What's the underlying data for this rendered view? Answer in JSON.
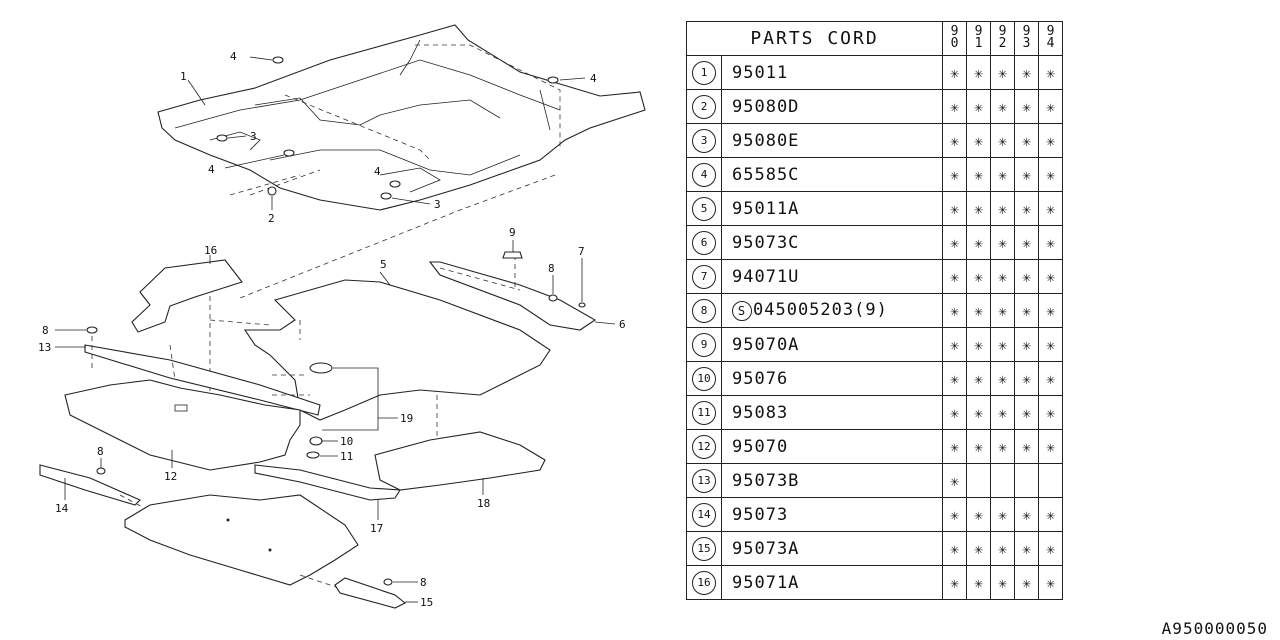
{
  "table": {
    "title": "PARTS CORD",
    "years": [
      [
        "9",
        "0"
      ],
      [
        "9",
        "1"
      ],
      [
        "9",
        "2"
      ],
      [
        "9",
        "3"
      ],
      [
        "9",
        "4"
      ]
    ],
    "rows": [
      {
        "num": "1",
        "code": "95011",
        "marks": [
          "✳",
          "✳",
          "✳",
          "✳",
          "✳"
        ]
      },
      {
        "num": "2",
        "code": "95080D",
        "marks": [
          "✳",
          "✳",
          "✳",
          "✳",
          "✳"
        ]
      },
      {
        "num": "3",
        "code": "95080E",
        "marks": [
          "✳",
          "✳",
          "✳",
          "✳",
          "✳"
        ]
      },
      {
        "num": "4",
        "code": "65585C",
        "marks": [
          "✳",
          "✳",
          "✳",
          "✳",
          "✳"
        ]
      },
      {
        "num": "5",
        "code": "95011A",
        "marks": [
          "✳",
          "✳",
          "✳",
          "✳",
          "✳"
        ]
      },
      {
        "num": "6",
        "code": "95073C",
        "marks": [
          "✳",
          "✳",
          "✳",
          "✳",
          "✳"
        ]
      },
      {
        "num": "7",
        "code": "94071U",
        "marks": [
          "✳",
          "✳",
          "✳",
          "✳",
          "✳"
        ]
      },
      {
        "num": "8",
        "symbol": "S",
        "code": "045005203(9)",
        "marks": [
          "✳",
          "✳",
          "✳",
          "✳",
          "✳"
        ]
      },
      {
        "num": "9",
        "code": "95070A",
        "marks": [
          "✳",
          "✳",
          "✳",
          "✳",
          "✳"
        ]
      },
      {
        "num": "10",
        "code": "95076",
        "marks": [
          "✳",
          "✳",
          "✳",
          "✳",
          "✳"
        ]
      },
      {
        "num": "11",
        "code": "95083",
        "marks": [
          "✳",
          "✳",
          "✳",
          "✳",
          "✳"
        ]
      },
      {
        "num": "12",
        "code": "95070",
        "marks": [
          "✳",
          "✳",
          "✳",
          "✳",
          "✳"
        ]
      },
      {
        "num": "13",
        "code": "95073B",
        "marks": [
          "✳",
          "",
          "",
          "",
          ""
        ]
      },
      {
        "num": "14",
        "code": "95073",
        "marks": [
          "✳",
          "✳",
          "✳",
          "✳",
          "✳"
        ]
      },
      {
        "num": "15",
        "code": "95073A",
        "marks": [
          "✳",
          "✳",
          "✳",
          "✳",
          "✳"
        ]
      },
      {
        "num": "16",
        "code": "95071A",
        "marks": [
          "✳",
          "✳",
          "✳",
          "✳",
          "✳"
        ]
      }
    ]
  },
  "callouts": {
    "c1": "1",
    "c2": "2",
    "c3a": "3",
    "c3b": "3",
    "c4a": "4",
    "c4b": "4",
    "c4c": "4",
    "c4d": "4",
    "c5": "5",
    "c6": "6",
    "c7": "7",
    "c8a": "8",
    "c8b": "8",
    "c8c": "8",
    "c8d": "8",
    "c9": "9",
    "c10": "10",
    "c11": "11",
    "c12": "12",
    "c13": "13",
    "c14": "14",
    "c15": "15",
    "c16": "16",
    "c17": "17",
    "c18": "18",
    "c19": "19"
  },
  "reference_code": "A950000050"
}
